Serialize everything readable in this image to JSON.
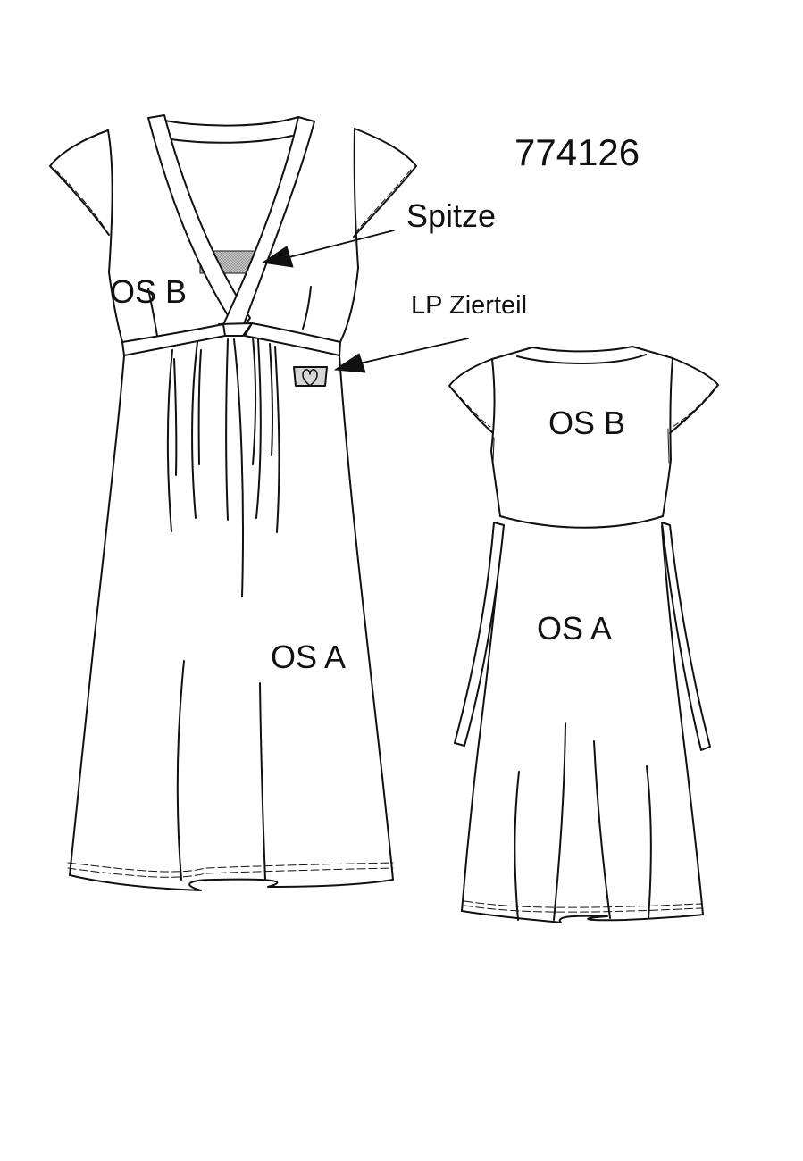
{
  "style_number": "774126",
  "annotations": {
    "lace": "Spitze",
    "decoration": "LP Zierteil"
  },
  "front_view": {
    "bodice_label": "OS B",
    "skirt_label": "OS A"
  },
  "back_view": {
    "bodice_label": "OS B",
    "skirt_label": "OS A"
  },
  "colors": {
    "line": "#111111",
    "background": "#ffffff",
    "lace_fill": "#bdbdbd",
    "applique_fill": "#d6d6d6"
  }
}
